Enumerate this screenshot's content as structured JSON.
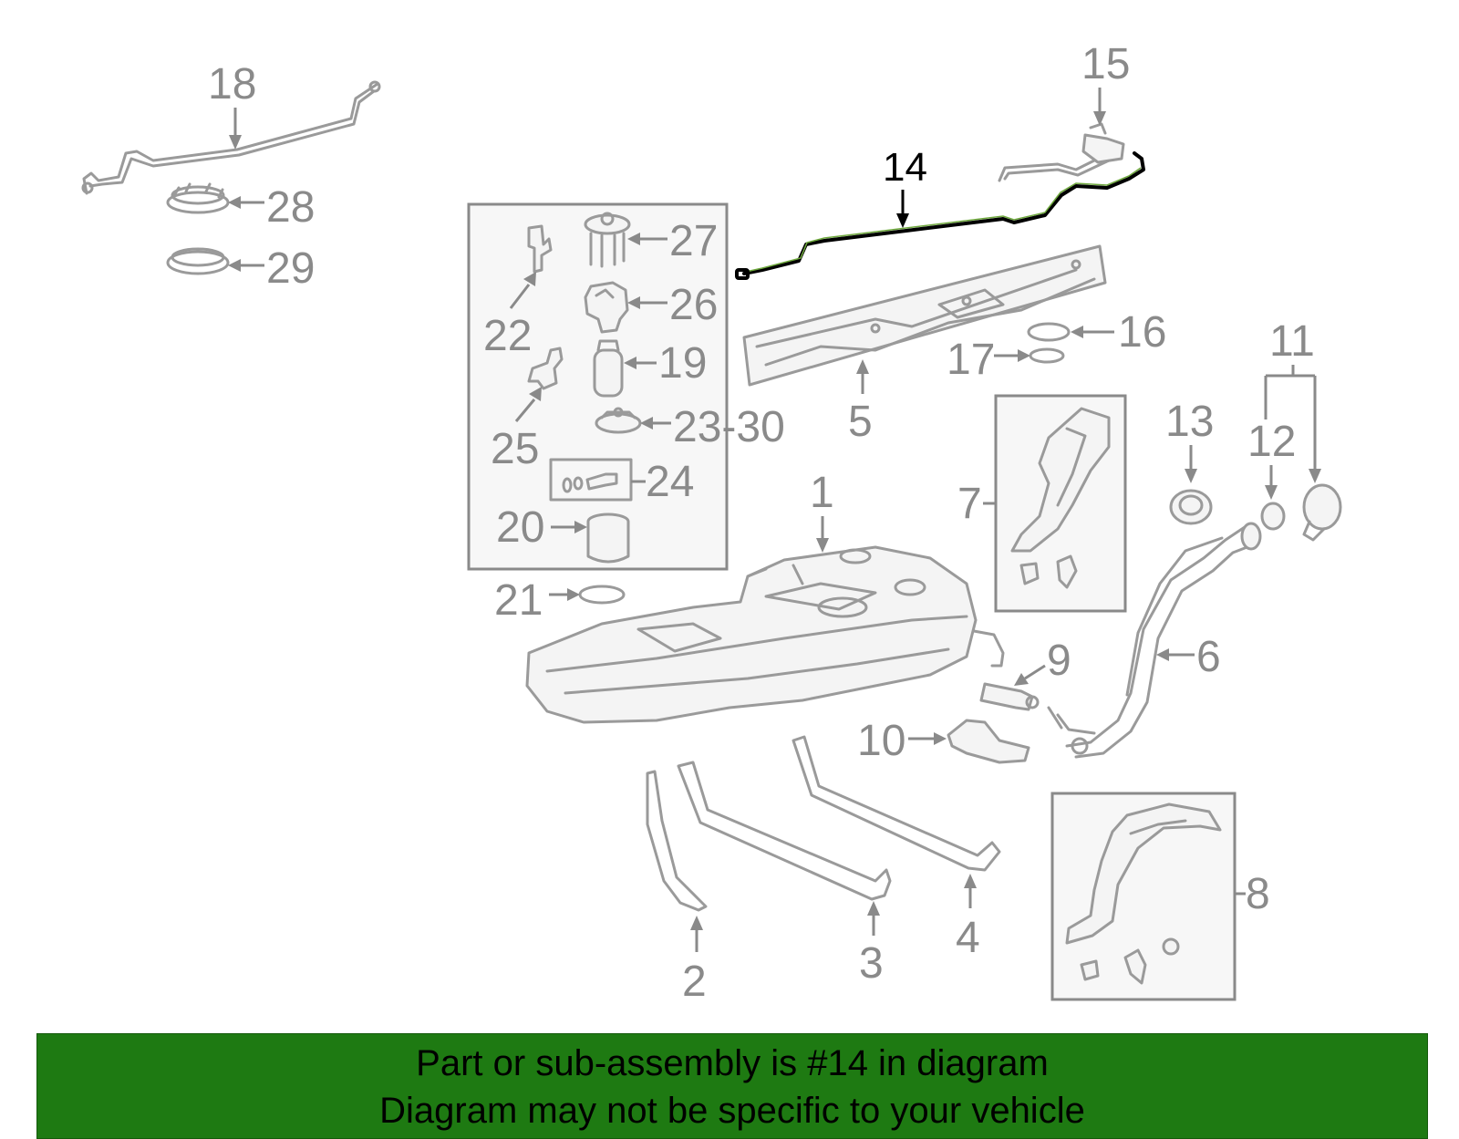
{
  "diagram": {
    "highlighted_part": "14",
    "callouts": {
      "c1": "1",
      "c2": "2",
      "c3": "3",
      "c4": "4",
      "c5": "5",
      "c6": "6",
      "c7": "7",
      "c8": "8",
      "c9": "9",
      "c10": "10",
      "c11": "11",
      "c12": "12",
      "c13": "13",
      "c14": "14",
      "c15": "15",
      "c16": "16",
      "c17": "17",
      "c18": "18",
      "c19": "19",
      "c20": "20",
      "c21": "21",
      "c22": "22",
      "c23_30": "23-30",
      "c24": "24",
      "c25": "25",
      "c26": "26",
      "c27": "27",
      "c28": "28",
      "c29": "29"
    },
    "colors": {
      "line_art": "#9a9a9a",
      "highlight": "#000000",
      "highlight_accent": "#6ea83d",
      "footer_background": "#1e7a12"
    }
  },
  "footer": {
    "line1": "Part or sub-assembly is #14 in diagram",
    "line2": "Diagram may not be specific to your vehicle"
  }
}
